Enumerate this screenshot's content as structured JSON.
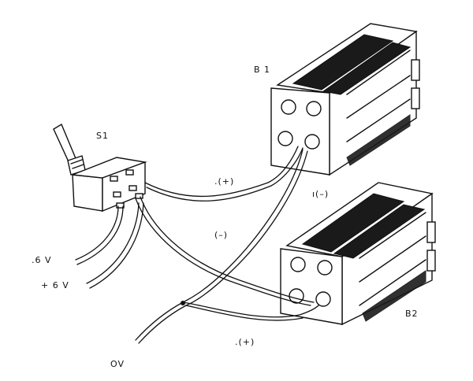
{
  "labels": {
    "battery_1": "B 1",
    "battery_2": "B2",
    "switch": "S1",
    "plus_b1": ".(+)",
    "minus_b1": "ı(–)",
    "minus_mid": "(–)",
    "plus_b2": ".(+)",
    "minus_6v": ".6 V",
    "plus_6v": "+ 6 V",
    "zero_v": "OV"
  }
}
